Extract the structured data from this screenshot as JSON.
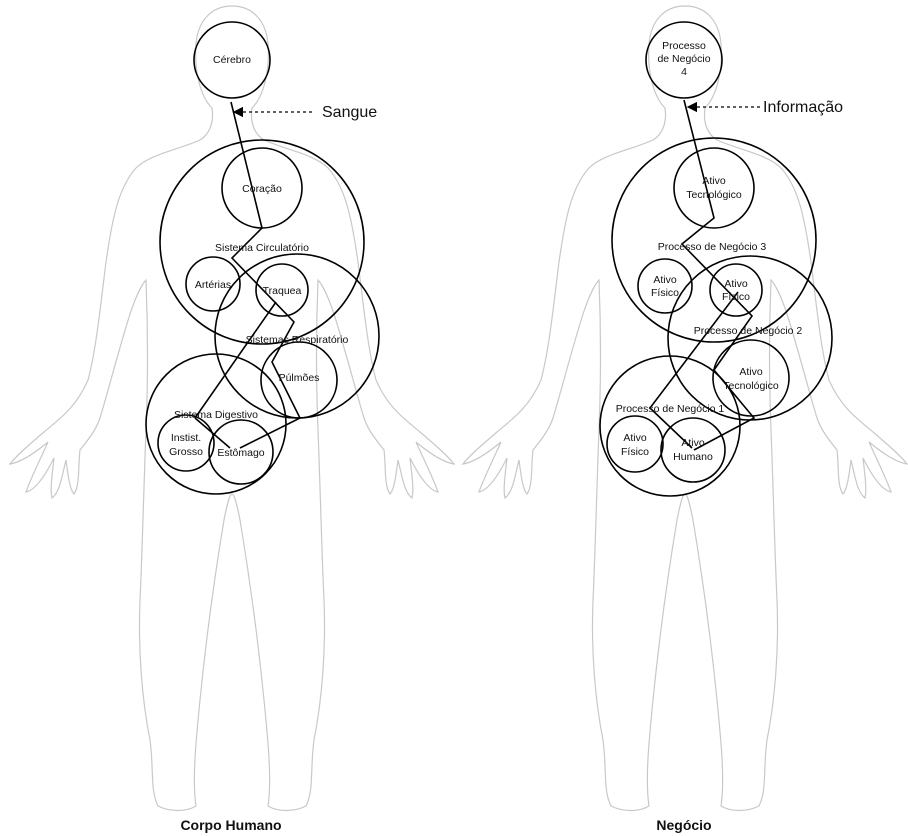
{
  "left": {
    "caption": "Corpo Humano",
    "flow_label": "Sangue",
    "nodes": {
      "cerebro": "Cérebro",
      "coracao": "Coração",
      "sistema_circulatorio": "Sistema Circulatório",
      "arterias": "Artérias",
      "traquea": "Traquea",
      "sistemas_respiratorio": "Sistemas Respiratório",
      "pulmoes": "Púlmões",
      "sistema_digestivo": "Sistema Digestivo",
      "instist_grosso_1": "Instist.",
      "instist_grosso_2": "Grosso",
      "estomago": "Estômago"
    }
  },
  "right": {
    "caption": "Negócio",
    "flow_label": "Informação",
    "nodes": {
      "processo4_1": "Processo",
      "processo4_2": "de Negócio",
      "processo4_3": "4",
      "ativo_tec_top_1": "Ativo",
      "ativo_tec_top_2": "Tecnológico",
      "processo3": "Processo de Negócio 3",
      "ativo_fisico_a_1": "Ativo",
      "ativo_fisico_a_2": "Físico",
      "ativo_fisico_b_1": "Ativo",
      "ativo_fisico_b_2": "Físico",
      "processo2": "Processo de Negócio 2",
      "ativo_tec_low_1": "Ativo",
      "ativo_tec_low_2": "Tecnológico",
      "processo1": "Processo de Negócio 1",
      "ativo_fisico_c_1": "Ativo",
      "ativo_fisico_c_2": "Físico",
      "ativo_humano_1": "Ativo",
      "ativo_humano_2": "Humano"
    }
  }
}
